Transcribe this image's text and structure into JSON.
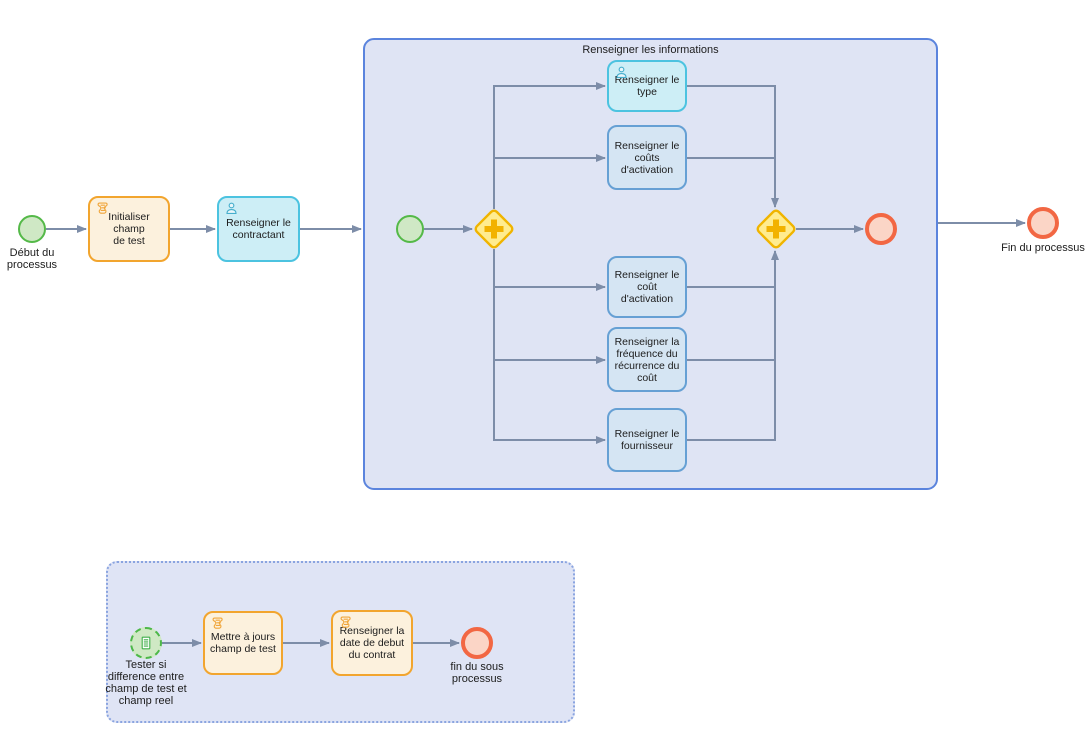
{
  "diagram_type": "bpmn-process",
  "colors": {
    "connector": "#7d8da8",
    "task_orange_border": "#f2a52e",
    "task_orange_fill": "#fcf1dd",
    "task_cyan_border": "#4cc3e0",
    "task_cyan_fill": "#cdeef6",
    "task_blue_border": "#66a0d4",
    "task_blue_fill": "#d5e5f3",
    "container_fill": "#dfe4f4",
    "container_border": "#5b84dd",
    "dotted_container_border": "#8aa4e0",
    "gateway_fill": "#ffec8f",
    "gateway_border": "#f0b400",
    "start_event_fill": "#cfe8c5",
    "start_event_border": "#54b948",
    "end_event_fill": "#fbd5c6",
    "end_event_border": "#f26743"
  },
  "main_process": {
    "start_event_label": "Début du\nprocessus",
    "task_init": {
      "label": "Initialiser champ\nde test",
      "icon": "script-icon"
    },
    "task_contractant": {
      "label": "Renseigner le\ncontractant",
      "icon": "user-icon"
    },
    "end_event_label": "Fin du processus"
  },
  "subprocess_informations": {
    "title": "Renseigner les informations",
    "tasks": [
      {
        "label": "Renseigner le\ntype",
        "icon": "user-icon"
      },
      {
        "label": "Renseigner le\ncoûts\nd'activation",
        "icon": null
      },
      {
        "label": "Renseigner le\ncoût d'activation",
        "icon": null
      },
      {
        "label": "Renseigner la\nfréquence du\nrécurrence du\ncoût",
        "icon": null
      },
      {
        "label": "Renseigner le\nfournisseur",
        "icon": null
      }
    ],
    "gateways": [
      "parallel-split",
      "parallel-join"
    ]
  },
  "subprocess_test": {
    "start_event_label": "Tester si\ndifference entre\nchamp de test et\nchamp reel",
    "tasks": [
      {
        "label": "Mettre à jours\nchamp de test",
        "icon": "script-icon"
      },
      {
        "label": "Renseigner la\ndate de debut\ndu contrat",
        "icon": "script-icon"
      }
    ],
    "end_event_label": "fin du sous\nprocessus"
  }
}
